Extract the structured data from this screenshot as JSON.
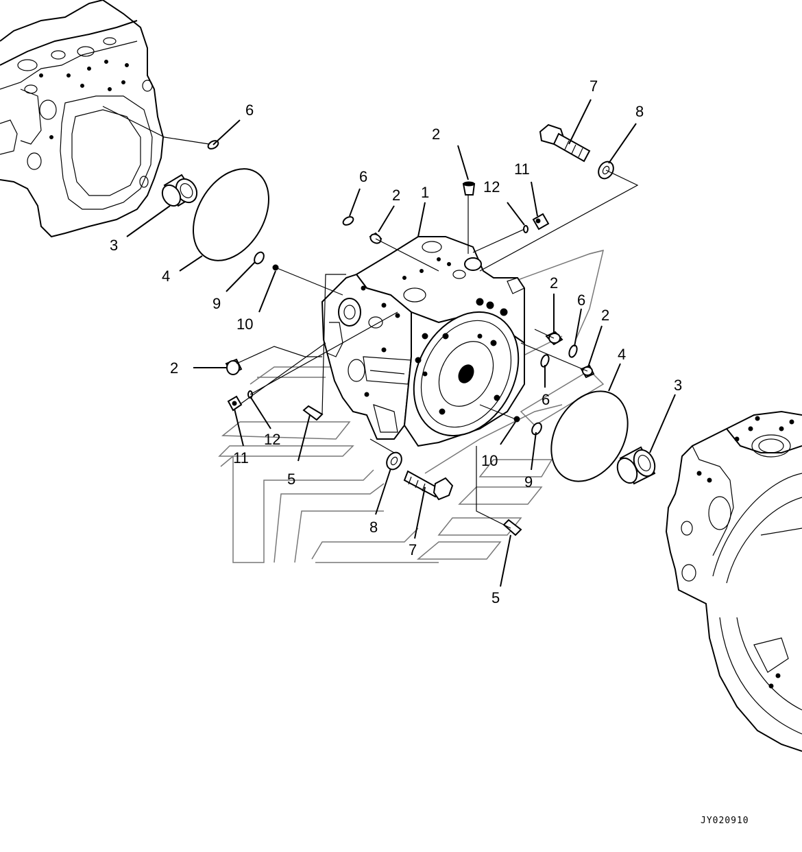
{
  "diagram": {
    "drawing_code": "JY020910",
    "callouts": [
      {
        "id": "c6a",
        "label": "6"
      },
      {
        "id": "c3a",
        "label": "3"
      },
      {
        "id": "c4a",
        "label": "4"
      },
      {
        "id": "c9a",
        "label": "9"
      },
      {
        "id": "c10a",
        "label": "10"
      },
      {
        "id": "c6b",
        "label": "6"
      },
      {
        "id": "c2a",
        "label": "2"
      },
      {
        "id": "c1",
        "label": "1"
      },
      {
        "id": "c2b",
        "label": "2"
      },
      {
        "id": "c12a",
        "label": "12"
      },
      {
        "id": "c11a",
        "label": "11"
      },
      {
        "id": "c7a",
        "label": "7"
      },
      {
        "id": "c8a",
        "label": "8"
      },
      {
        "id": "c2c",
        "label": "2"
      },
      {
        "id": "c6c",
        "label": "6"
      },
      {
        "id": "c2d",
        "label": "2"
      },
      {
        "id": "c4b",
        "label": "4"
      },
      {
        "id": "c3b",
        "label": "3"
      },
      {
        "id": "c6d",
        "label": "6"
      },
      {
        "id": "c2e",
        "label": "2"
      },
      {
        "id": "c12b",
        "label": "12"
      },
      {
        "id": "c11b",
        "label": "11"
      },
      {
        "id": "c5a",
        "label": "5"
      },
      {
        "id": "c10b",
        "label": "10"
      },
      {
        "id": "c9b",
        "label": "9"
      },
      {
        "id": "c8b",
        "label": "8"
      },
      {
        "id": "c7b",
        "label": "7"
      },
      {
        "id": "c5b",
        "label": "5"
      }
    ]
  }
}
